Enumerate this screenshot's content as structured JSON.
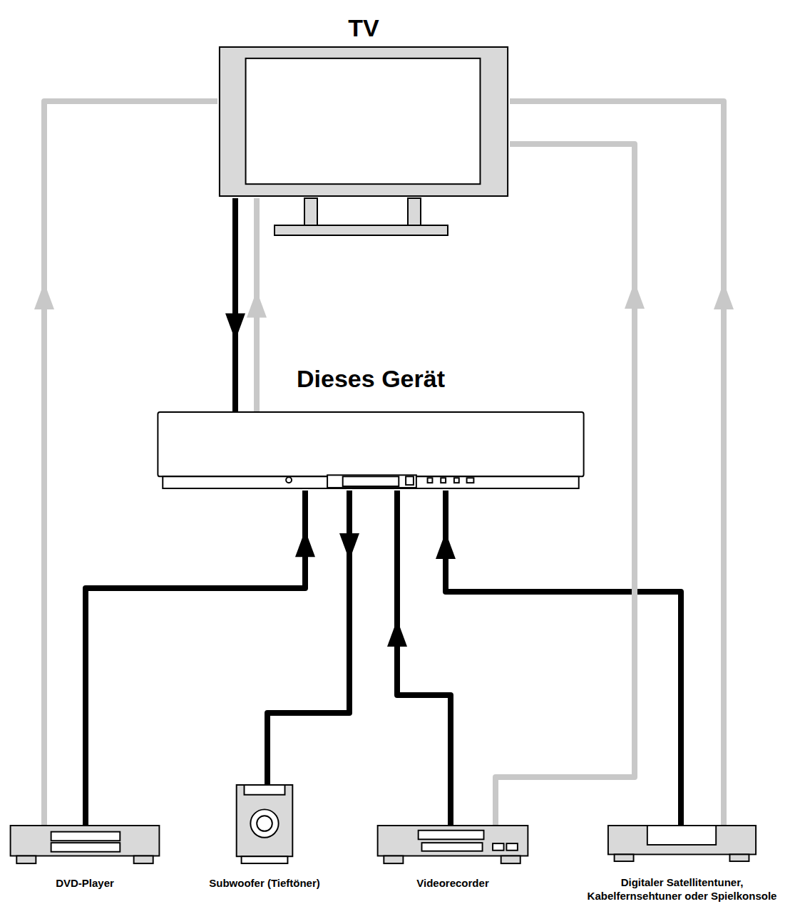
{
  "diagram": {
    "nodes": [
      {
        "text": [
          "TV"
        ]
      },
      {
        "text": [
          "Dieses Gerät"
        ]
      },
      {
        "text": [
          "DVD-Player"
        ]
      },
      {
        "text": [
          "Subwoofer (Tieftöner)"
        ]
      },
      {
        "text": [
          "Videorecorder"
        ]
      },
      {
        "text": [
          "Digitaler Satellitentuner, Kabelfernsehtuner oder Spielkonsole"
        ]
      }
    ],
    "edges": [
      {
        "from": 0,
        "to": 1,
        "arrow": "to"
      },
      {
        "from": 1,
        "to": 0,
        "arrow": "to"
      },
      {
        "from": 2,
        "to": 1,
        "arrow": "to"
      },
      {
        "from": 1,
        "to": 3,
        "arrow": "to"
      },
      {
        "from": 4,
        "to": 1,
        "arrow": "to"
      },
      {
        "from": 5,
        "to": 1,
        "arrow": "to"
      },
      {
        "from": 2,
        "to": 0,
        "arrow": "to"
      },
      {
        "from": 4,
        "to": 0,
        "arrow": "to"
      },
      {
        "from": 5,
        "to": 0,
        "arrow": "to"
      }
    ]
  }
}
